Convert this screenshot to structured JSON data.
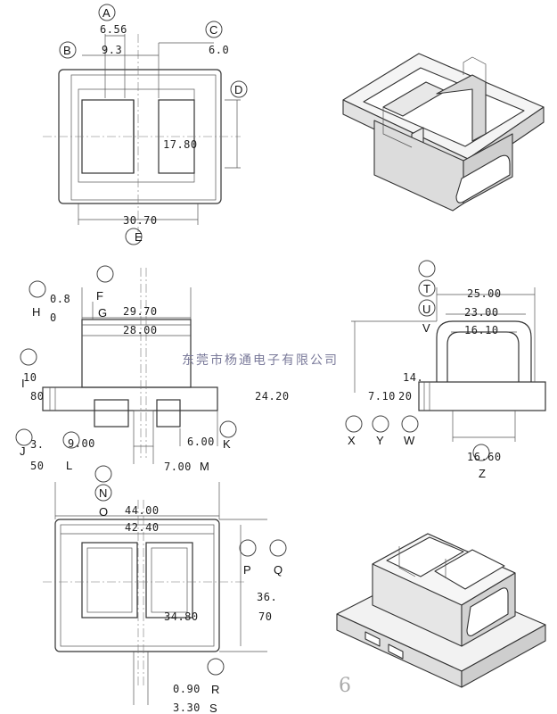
{
  "watermark": "东莞市杨通电子有限公司",
  "page_number": "6",
  "view1": {
    "bubbles": [
      "A",
      "B",
      "C",
      "D",
      "E"
    ],
    "dims": [
      "6.56",
      "9.3",
      "6.0",
      "17.80",
      "30.70"
    ]
  },
  "view2": {
    "bubbles": [
      "F",
      "G",
      "H",
      "I",
      "J",
      "K",
      "L",
      "M"
    ],
    "dims": [
      "0.8",
      "0",
      "29.70",
      "28.00",
      "10",
      "80",
      "3.",
      "50",
      "9.00",
      "6.00",
      "7.00",
      "24.20"
    ]
  },
  "view3": {
    "bubbles": [
      "T",
      "U",
      "V",
      "X",
      "Y",
      "W",
      "Z"
    ],
    "dims": [
      "25.00",
      "23.00",
      "16.10",
      "14.",
      "7.10",
      "20",
      "16.60"
    ]
  },
  "view4": {
    "bubbles": [
      "N",
      "O",
      "P",
      "Q",
      "R",
      "S"
    ],
    "dims": [
      "44.00",
      "42.40",
      "36.",
      "70",
      "34.80",
      "0.90",
      "3.30"
    ]
  }
}
